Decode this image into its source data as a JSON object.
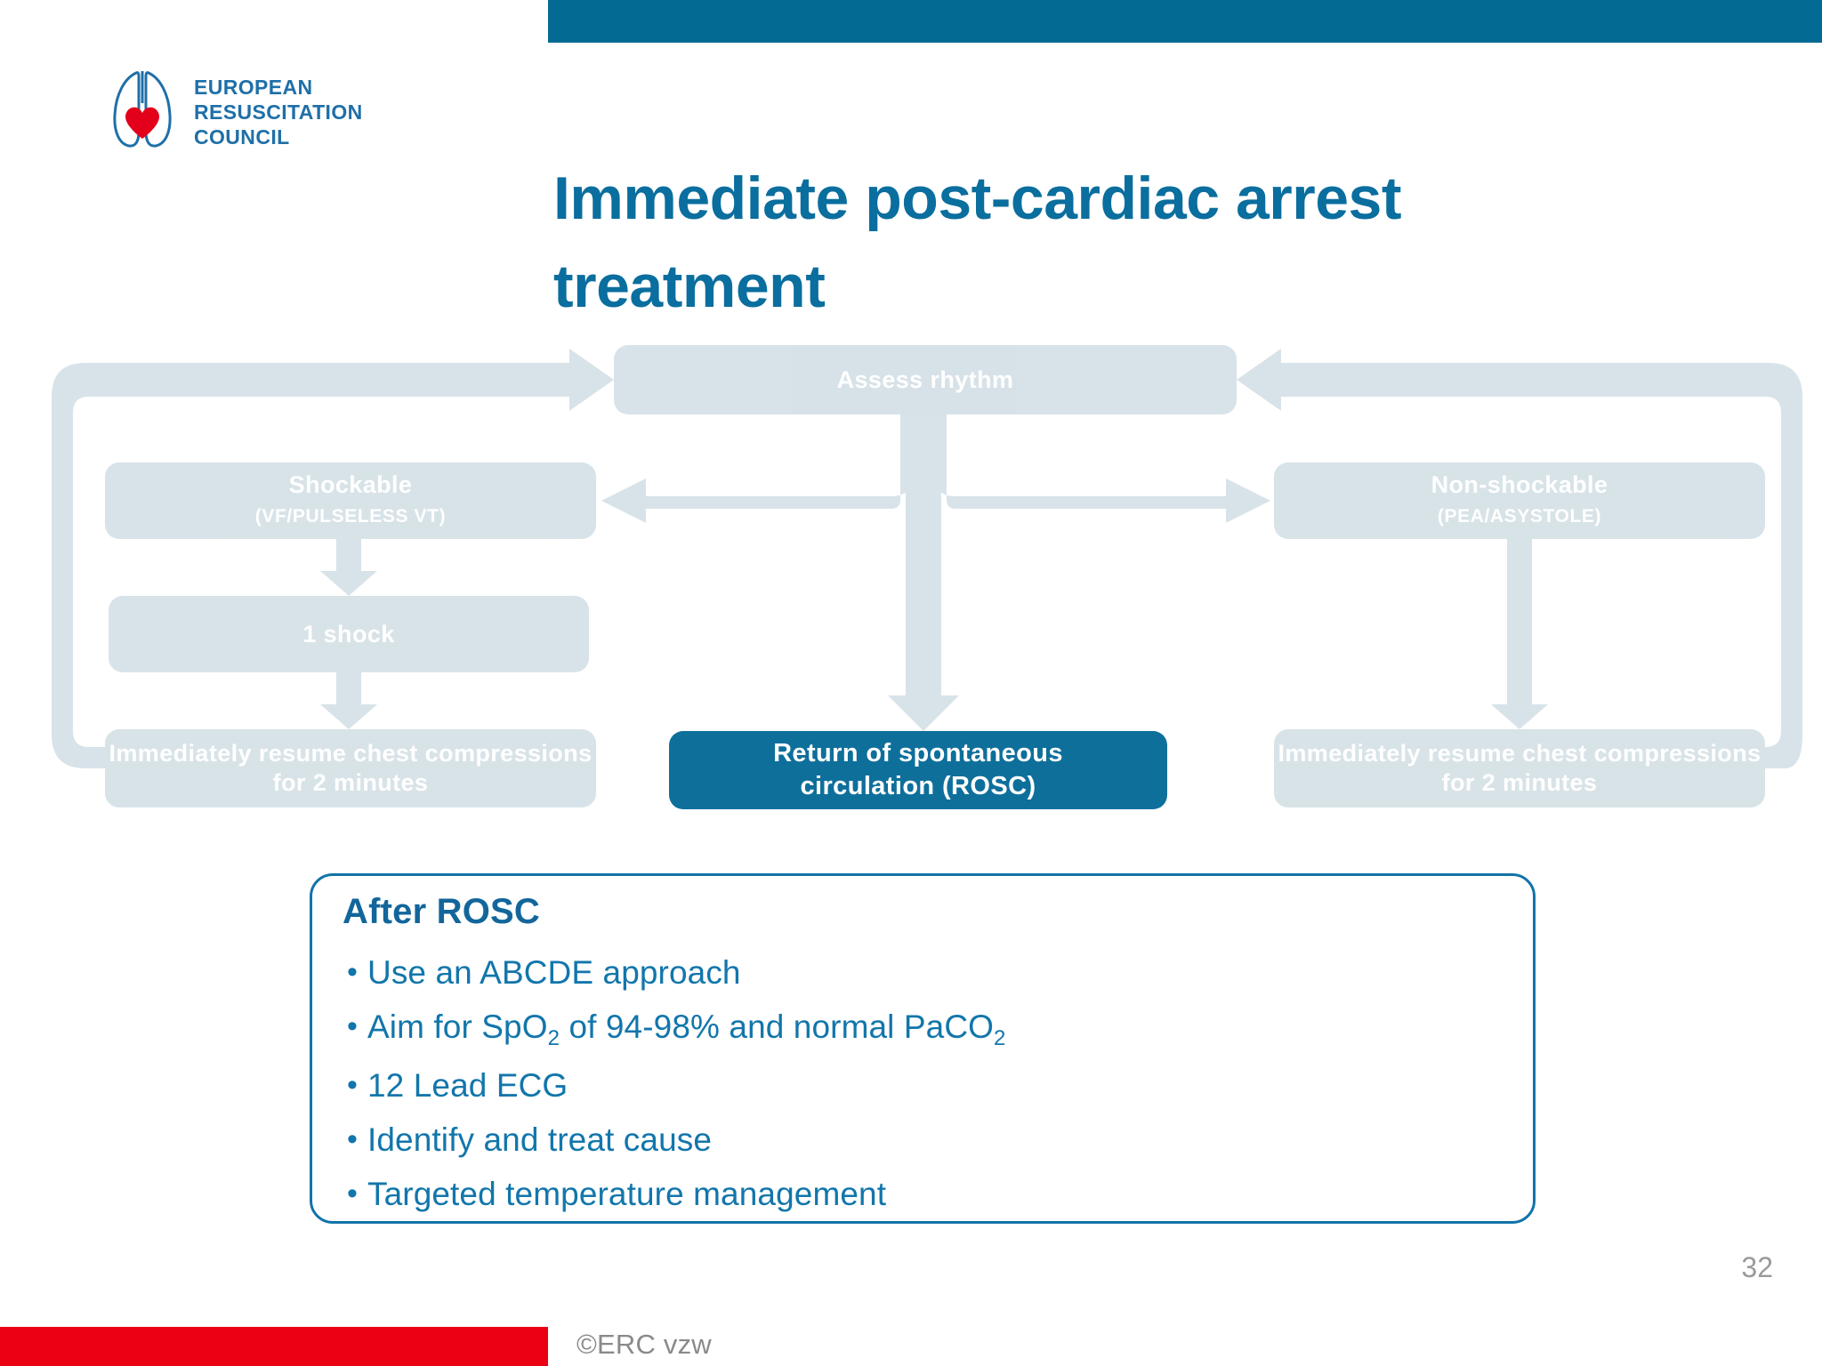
{
  "brand": {
    "logo_lines": [
      "EUROPEAN",
      "RESUSCITATION",
      "COUNCIL"
    ],
    "logo_icon": "erc-lungs-heart-logo",
    "accent_teal": "#036A93",
    "title_blue": "#0A6E9E",
    "panel_blue": "#1273A8",
    "node_fill": "#C9D8E0",
    "node_accent_fill": "#0E6F9B",
    "footer_red": "#EC0014"
  },
  "title": "Immediate post-cardiac arrest treatment",
  "flow": {
    "assess": {
      "label": "Assess rhythm"
    },
    "shockable": {
      "label": "Shockable",
      "sub": "(VF/PULSELESS VT)"
    },
    "non_shockable": {
      "label": "Non-shockable",
      "sub": "(PEA/ASYSTOLE)"
    },
    "one_shock": {
      "label": "1 shock"
    },
    "cpr_left": {
      "label": "Immediately resume chest compressions for 2 minutes"
    },
    "cpr_right": {
      "label": "Immediately resume chest compressions for 2 minutes"
    },
    "rosc": {
      "line1": "Return of spontaneous",
      "line2": "circulation (ROSC)"
    }
  },
  "panel": {
    "heading": "After ROSC",
    "bullet_glyph": "•",
    "bullets": [
      {
        "pre": "Use an ABCDE approach",
        "sub": "",
        "post": ""
      },
      {
        "pre": "Aim for SpO",
        "sub": "2",
        "post": " of 94-98% and normal PaCO",
        "sub2": "2"
      },
      {
        "pre": "12 Lead ECG",
        "sub": "",
        "post": ""
      },
      {
        "pre": "Identify and treat cause",
        "sub": "",
        "post": ""
      },
      {
        "pre": "Targeted temperature management",
        "sub": "",
        "post": ""
      }
    ]
  },
  "footer": {
    "copyright": "©ERC vzw",
    "page_number": "32"
  }
}
